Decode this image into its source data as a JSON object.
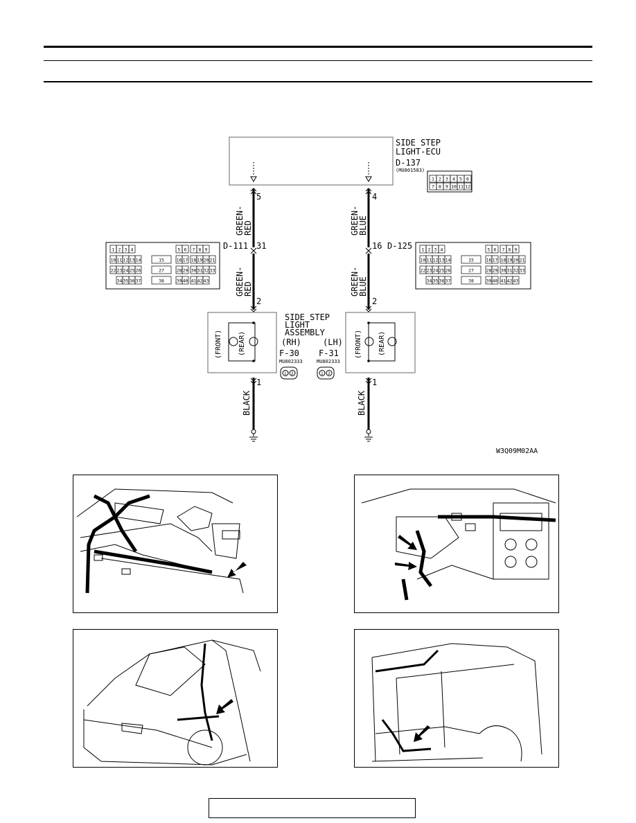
{
  "ecu": {
    "name_line1": "SIDE STEP",
    "name_line2": "LIGHT-ECU",
    "connector": "D-137",
    "part_no": "(MU801583)",
    "pin_left": "5",
    "pin_right": "4",
    "pins_row1": [
      "1",
      "2",
      "3",
      "4",
      "5",
      "6"
    ],
    "pins_row2": [
      "7",
      "8",
      "9",
      "10",
      "11",
      "12"
    ]
  },
  "wires": {
    "left_upper_line1": "GREEN-",
    "left_upper_line2": "RED",
    "right_upper_line1": "GREEN-",
    "right_upper_line2": "BLUE",
    "left_lower_line1": "GREEN-",
    "left_lower_line2": "RED",
    "right_lower_line1": "GREEN-",
    "right_lower_line2": "BLUE",
    "ground_left": "BLACK",
    "ground_right": "BLACK"
  },
  "joint_left": {
    "connector": "D-111",
    "pin": "31"
  },
  "joint_right": {
    "connector": "D-125",
    "pin": "16"
  },
  "joint_pins": {
    "row1": [
      "1",
      "2",
      "3",
      "4",
      "5",
      "6",
      "7",
      "8",
      "9"
    ],
    "row2": [
      "10",
      "11",
      "12",
      "13",
      "14",
      "15",
      "16",
      "17",
      "18",
      "19",
      "20",
      "21"
    ],
    "row3": [
      "22",
      "23",
      "24",
      "25",
      "26",
      "27",
      "28",
      "29",
      "30",
      "31",
      "32",
      "33"
    ],
    "row4": [
      "34",
      "35",
      "36",
      "37",
      "38",
      "39",
      "40",
      "41",
      "42",
      "43"
    ]
  },
  "assembly": {
    "title_line1": "SIDE STEP",
    "title_line2": "LIGHT",
    "title_line3": "ASSEMBLY",
    "rh": "(RH)",
    "lh": "(LH)",
    "front": "(FRONT)",
    "rear": "(REAR)",
    "pin_top": "2",
    "pin_bottom": "1",
    "conn_rh": "F-30",
    "conn_lh": "F-31",
    "part_rh": "MU802333",
    "part_lh": "MU802333"
  },
  "figure_code": "W3Q09M02AA"
}
